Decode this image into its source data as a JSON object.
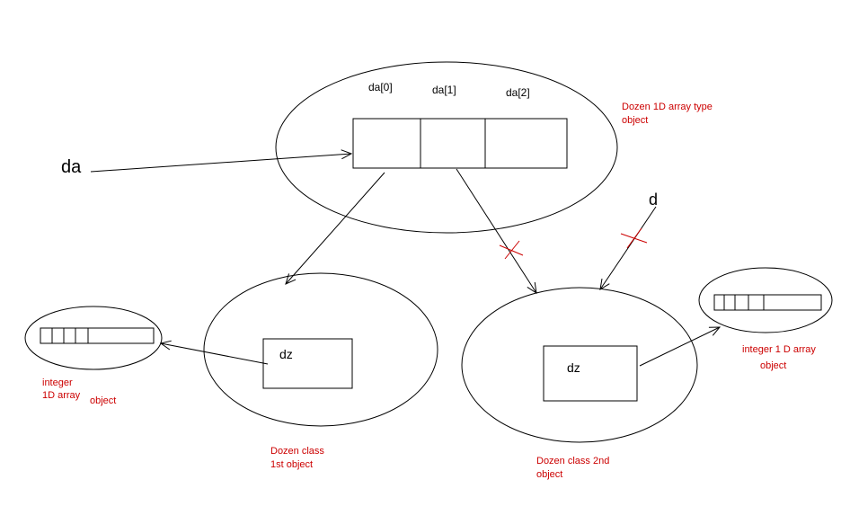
{
  "colors": {
    "ink": "#000000",
    "annotation": "#cc0000",
    "background": "#ffffff"
  },
  "top_array": {
    "index_labels": [
      "da[0]",
      "da[1]",
      "da[2]"
    ],
    "caption_lines": [
      "Dozen 1D array type",
      "object"
    ]
  },
  "variables": {
    "da": "da",
    "d": "d"
  },
  "dozen_objects": [
    {
      "field_label": "dz",
      "caption_lines": [
        "Dozen class",
        "1st object"
      ]
    },
    {
      "field_label": "dz",
      "caption_lines": [
        "Dozen class 2nd",
        "object"
      ]
    }
  ],
  "int_arrays": [
    {
      "caption_lines": [
        "integer",
        "1D array",
        "object"
      ]
    },
    {
      "caption_lines": [
        "integer 1 D array",
        "object"
      ]
    }
  ]
}
